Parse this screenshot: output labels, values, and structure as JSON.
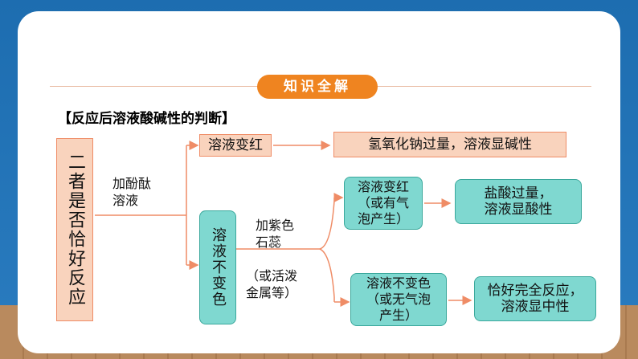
{
  "banner": "知识全解",
  "section_title": "【反应后溶液酸碱性的判断】",
  "root": "二者是否恰好反应",
  "step1_label": "加酚酞\n溶液",
  "branch_red": "溶液变红",
  "result_red": "氢氧化钠过量，溶液显碱性",
  "branch_unchanged": "溶液不变色",
  "step2_label_a": "加紫色\n石蕊",
  "step2_label_b": "（或活泼\n金属等）",
  "sub_red": "溶液变红\n（或有气\n泡产生）",
  "result_sub_red": "盐酸过量，\n溶液显酸性",
  "sub_unchanged": "溶液不变色\n（或无气泡\n产生）",
  "result_sub_unchanged": "恰好完全反应，\n溶液显中性",
  "colors": {
    "accent": "#ef8420",
    "peach": "#f9d3bd",
    "teal": "#7fd8d0",
    "arrow": "#ef8c66"
  }
}
